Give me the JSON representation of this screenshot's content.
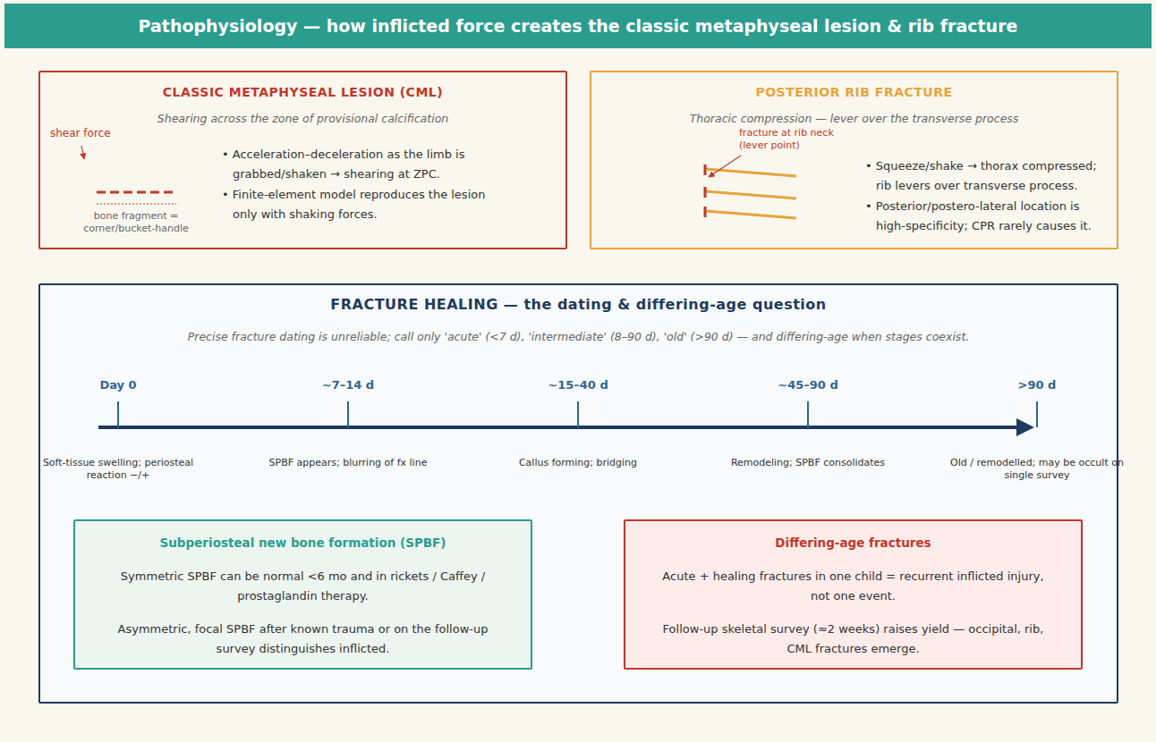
{
  "diagram": {
    "title": "Pathophysiology — how inflicted force creates the classic metaphyseal lesion & rib fracture",
    "nodes": [
      {
        "text": [
          "CLASSIC METAPHYSEAL LESION (CML)",
          "Shearing across the zone of provisional calcification",
          "• Acceleration–deceleration as the limb is grabbed/shaken → shearing at ZPC.",
          "• Finite-element model reproduces the lesion only with shaking forces."
        ]
      },
      {
        "text": [
          "POSTERIOR RIB FRACTURE",
          "Thoracic compression — lever over the transverse process",
          "• Squeeze/shake → thorax compressed; rib levers over transverse process.",
          "• Posterior/postero-lateral location is high-specificity; CPR rarely causes it."
        ]
      },
      {
        "text": [
          "FRACTURE HEALING — the dating & differing-age question",
          "Precise fracture dating is unreliable; call only 'acute' (<7 d), 'intermediate' (8–90 d), 'old' (>90 d) — and differing-age when stages coexist."
        ]
      },
      {
        "text": [
          "Subperiosteal new bone formation (SPBF)",
          "Symmetric SPBF can be normal <6 mo and in rickets / Caffey / prostaglandin therapy.",
          "Asymmetric, focal SPBF after known trauma or on the follow-up survey distinguishes inflicted."
        ],
        "in": 2
      },
      {
        "text": [
          "Differing-age fractures",
          "Acute + healing fractures in one child = recurrent inflicted injury, not one event.",
          "Follow-up skeletal survey (≈2 weeks) raises yield — occipital, rib, CML fractures emerge."
        ],
        "in": 2
      }
    ],
    "labels": [
      "shear force",
      "bone fragment = corner/bucket-handle",
      "fracture at rib neck (lever point)",
      "Day 0",
      "~7–14 d",
      "~15–40 d",
      "~45–90 d",
      ">90 d",
      "Soft-tissue swelling; periosteal reaction −/+",
      "SPBF appears; blurring of fx line",
      "Callus forming; bridging",
      "Remodeling; SPBF consolidates",
      "Old / remodelled; may be occult on single survey"
    ]
  }
}
